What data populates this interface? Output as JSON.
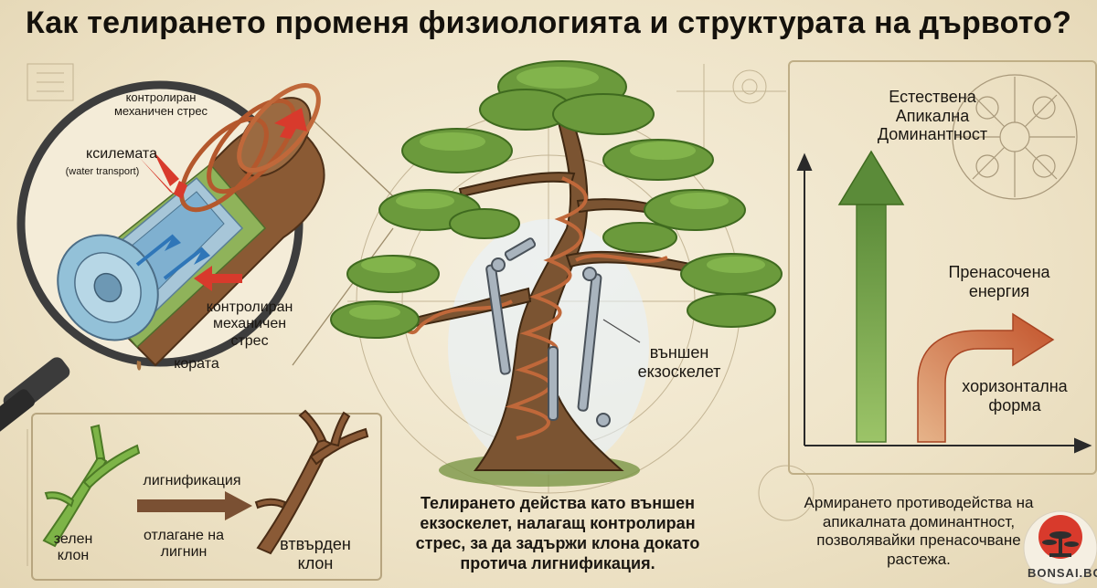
{
  "title": "Как телирането променя физиологията и структурата на дървото?",
  "crosssection": {
    "label_top": [
      "контролиран",
      "механичен стрес"
    ],
    "xylem": "ксилемата",
    "xylem_note": "(water transport)",
    "label_mid": [
      "контролиран",
      "механичен",
      "стрес"
    ],
    "bark": "кората"
  },
  "tree": {
    "exoskeleton": [
      "външен",
      "екзоскелет"
    ],
    "caption": [
      "Телирането действа като външен",
      "екзоскелет, налагащ контролиран",
      "стрес, за да задържи клона докато",
      "протича лигнификация."
    ]
  },
  "lignification": {
    "process": "лигнификация",
    "green": [
      "зелен",
      "клон"
    ],
    "deposit": [
      "отлагане на",
      "лигнин"
    ],
    "hardened": [
      "втвърден",
      "клон"
    ]
  },
  "dominance": {
    "natural": [
      "Естествена",
      "Апикална",
      "Доминантност"
    ],
    "redirected": [
      "Пренасочена",
      "енергия"
    ],
    "horizontal": [
      "хоризонтална",
      "форма"
    ],
    "caption": [
      "Армирането противодейства на",
      "апикалната доминантност,",
      "позволявайки пренасочване",
      "растежа."
    ]
  },
  "brand": "BONSAI.BG",
  "colors": {
    "accent_red": "#d83a2c",
    "leaf_green": "#5d8f3a",
    "wire_copper": "#b4582d",
    "arrow_green": "#6a9a48",
    "arrow_orange": "#c5572f"
  }
}
